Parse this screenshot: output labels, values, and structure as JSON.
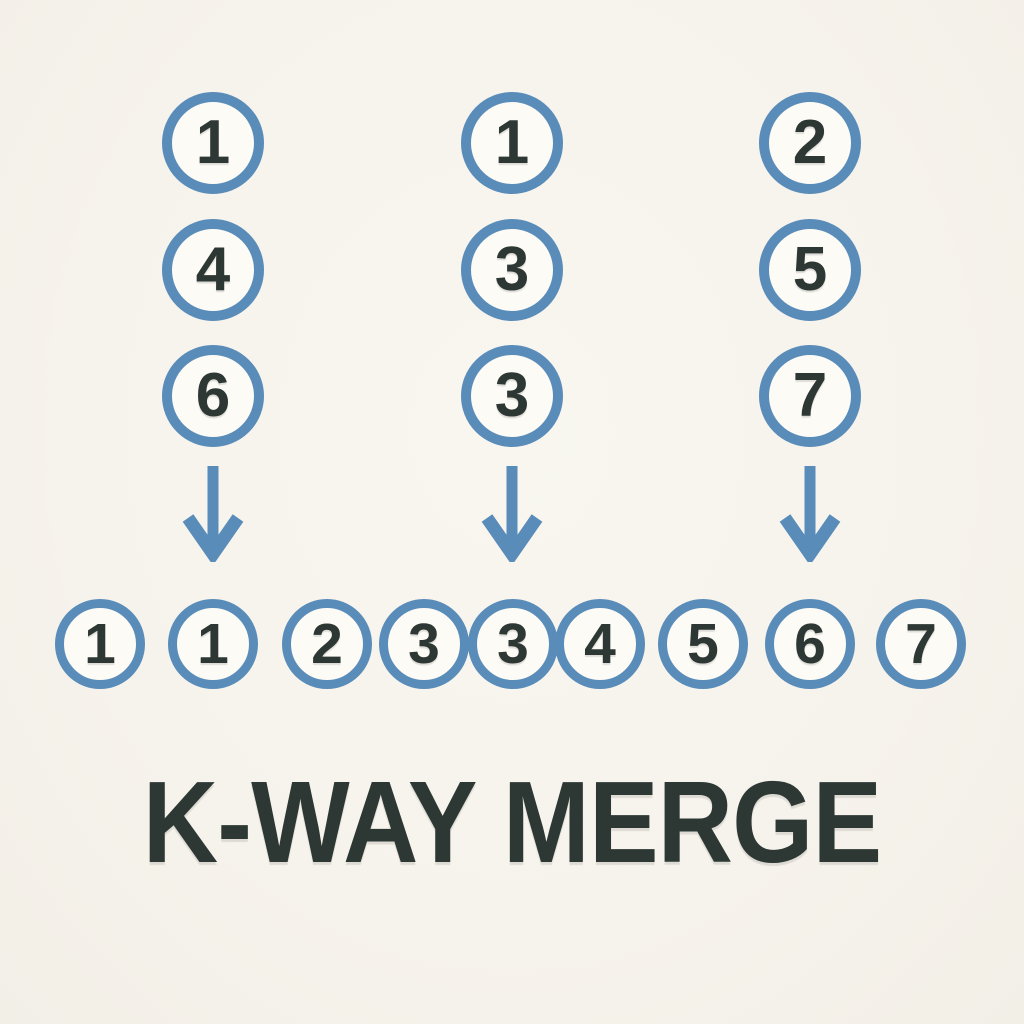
{
  "title": "K-WAY MERGE",
  "colors": {
    "circle_stroke": "#5a8cb9",
    "number_text": "#2d3734",
    "title_text": "#2d3834",
    "background": "#f6f3ec",
    "circle_fill": "#fdfbf5"
  },
  "diagram": {
    "input_lists": [
      {
        "values": [
          "1",
          "4",
          "6"
        ]
      },
      {
        "values": [
          "1",
          "3",
          "3"
        ]
      },
      {
        "values": [
          "2",
          "5",
          "7"
        ]
      }
    ],
    "arrow_icon": "down-arrow",
    "merged_list": [
      "1",
      "1",
      "2",
      "3",
      "3",
      "4",
      "5",
      "6",
      "7"
    ]
  }
}
